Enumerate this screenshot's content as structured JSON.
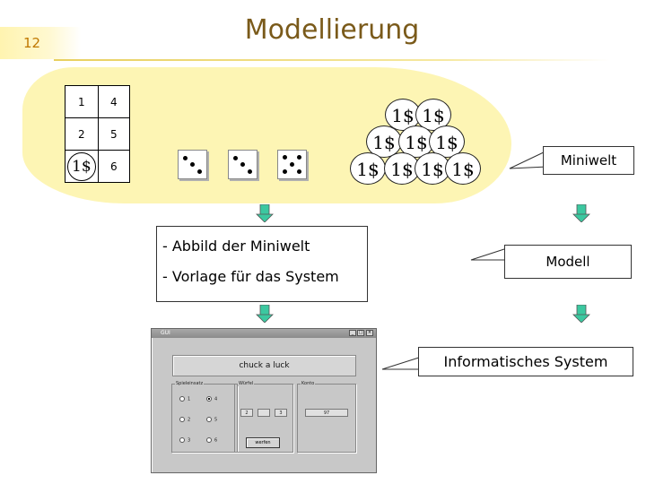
{
  "slide": {
    "number": "12",
    "title": "Modellierung"
  },
  "grid": {
    "rows": [
      [
        "1",
        "4"
      ],
      [
        "2",
        "5"
      ],
      [
        "1$",
        "6"
      ]
    ]
  },
  "dice": [
    {
      "face": 3
    },
    {
      "face": 3
    },
    {
      "face": 5
    }
  ],
  "coins": {
    "label": "1$",
    "rows": [
      2,
      3,
      4
    ]
  },
  "callouts": {
    "miniwelt": "Miniwelt",
    "modell": "Modell",
    "informatisches_system": "Informatisches System"
  },
  "description": {
    "line1": "- Abbild der Miniwelt",
    "line2": "- Vorlage für das System"
  },
  "arrow_color": "#3cc8a0",
  "gui": {
    "window_title": "GUI",
    "banner": "chuck a luck",
    "einsatz_label": "Spieleinsatz",
    "einsatz_options": [
      "1",
      "2",
      "3",
      "4",
      "5",
      "6"
    ],
    "selected_option": "4",
    "wuerfel_label": "Würfel",
    "wuerfel_values": [
      "2",
      "",
      "3"
    ],
    "button_label": "werfen",
    "konto_label": "Konto",
    "konto_value": "97"
  }
}
